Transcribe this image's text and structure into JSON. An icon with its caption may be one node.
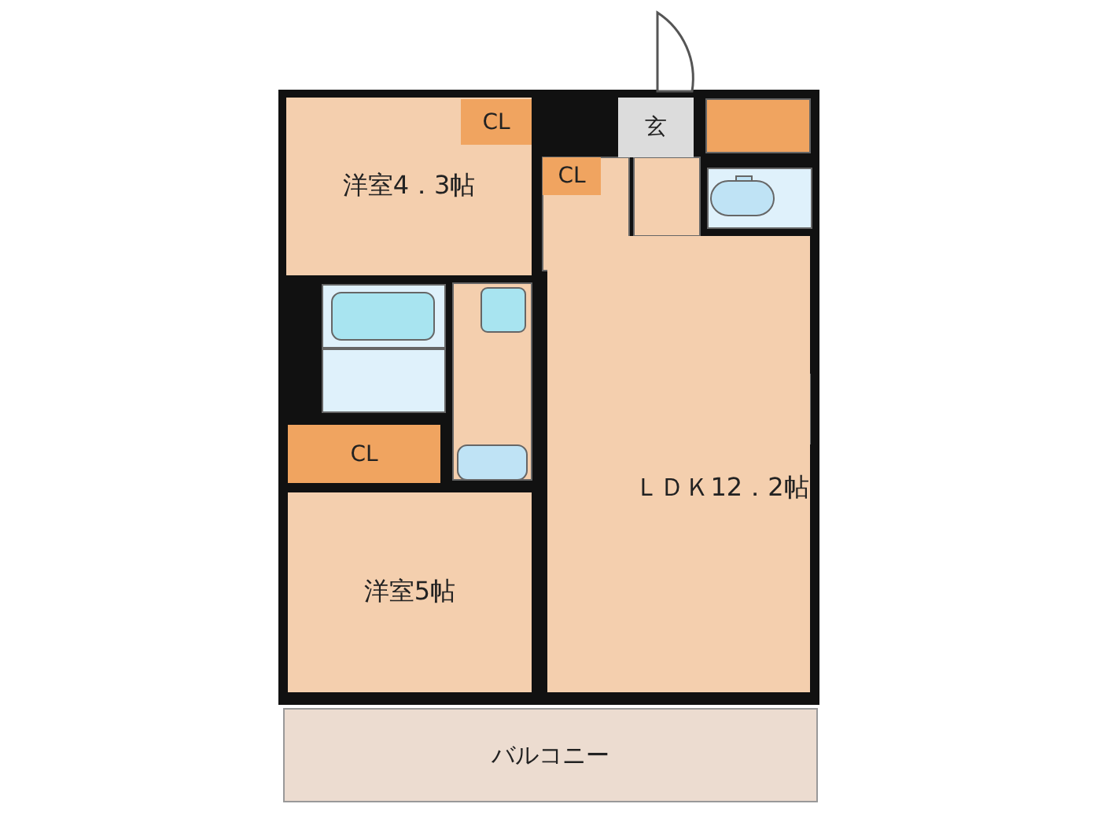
{
  "diagram": {
    "nodes": [
      {
        "text": [
          "洋室4．3帖"
        ]
      },
      {
        "text": [
          "CL"
        ],
        "in": 0
      },
      {
        "text": [
          "玄"
        ]
      },
      {
        "text": [
          "CL"
        ]
      },
      {
        "text": [
          "ＬＤＫ12．2帖"
        ]
      },
      {
        "text": [
          "CL"
        ]
      },
      {
        "text": [
          "洋室5帖"
        ]
      },
      {
        "text": [
          "バルコニー"
        ]
      }
    ]
  }
}
